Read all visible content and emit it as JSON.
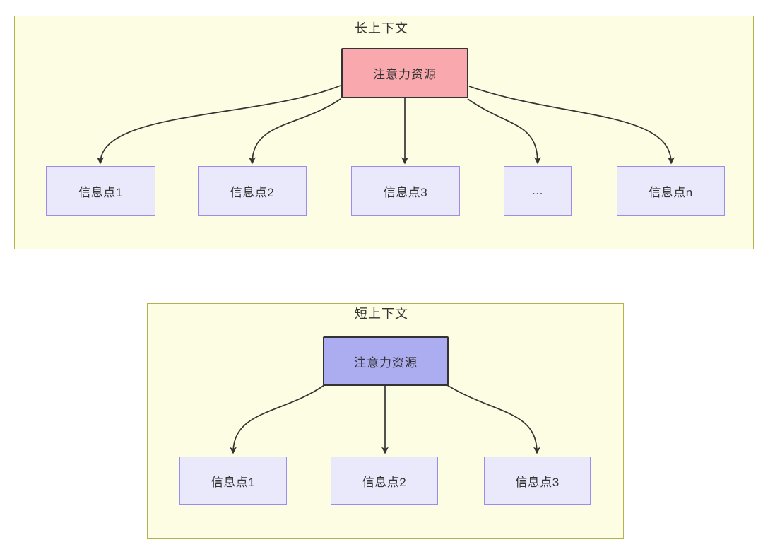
{
  "diagrams": {
    "long_context": {
      "title": "长上下文",
      "attention_label": "注意力资源",
      "info_nodes": [
        "信息点1",
        "信息点2",
        "信息点3",
        "...",
        "信息点n"
      ]
    },
    "short_context": {
      "title": "短上下文",
      "attention_label": "注意力资源",
      "info_nodes": [
        "信息点1",
        "信息点2",
        "信息点3"
      ]
    }
  },
  "colors": {
    "container_fill": "#FDFDE3",
    "container_border": "#B3B34C",
    "attention_long_fill": "#F9A8AE",
    "attention_short_fill": "#ACACF1",
    "attention_border": "#333333",
    "info_fill": "#E9E9FB",
    "info_border": "#9C8CEE",
    "arrow_color": "#333333",
    "text_color": "#333333"
  }
}
